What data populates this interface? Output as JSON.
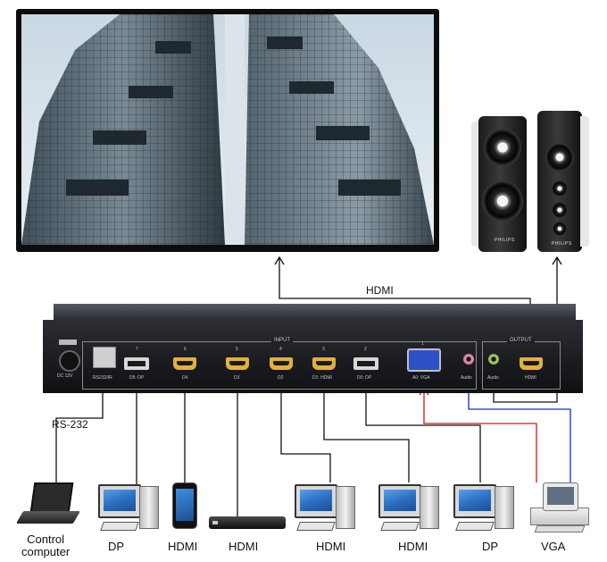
{
  "cable_labels": {
    "hdmi_output": "HDMI",
    "rs232": "RS-232"
  },
  "device": {
    "power_label": "DC 12V",
    "input_section": "INPUT",
    "output_section": "OUTPUT",
    "ports": {
      "rs232ir": "RS232/IR",
      "d5": "D5: DP",
      "d4": "D4",
      "d3": "D3",
      "d2": "D2",
      "d1": "D1: HDMI",
      "d0": "D0: DP",
      "a0": "A0: VGA",
      "audio_in": "Audio",
      "audio_out": "Audio",
      "hdmi_out": "HDMI"
    },
    "port_numbers": [
      "7",
      "6",
      "5",
      "4",
      "3",
      "2",
      "1"
    ]
  },
  "speakers": {
    "brand": "PHILIPS"
  },
  "sources": [
    {
      "caption": "Control\ncomputer"
    },
    {
      "caption": "DP"
    },
    {
      "caption": "HDMI"
    },
    {
      "caption": "HDMI"
    },
    {
      "caption": "HDMI"
    },
    {
      "caption": "HDMI"
    },
    {
      "caption": "DP"
    },
    {
      "caption": "VGA"
    }
  ],
  "colors": {
    "audio_cable": "#0a2ee0",
    "vga_cable": "#e01010",
    "signal_cable": "#111111",
    "hdmi_port": "#e1b23b",
    "vga_port": "#2e50c8"
  }
}
